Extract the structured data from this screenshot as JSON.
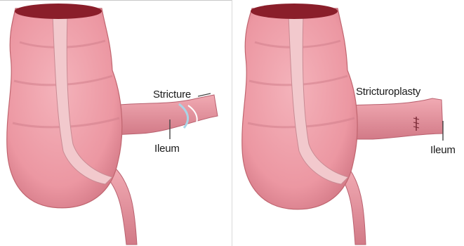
{
  "panels": {
    "before": {
      "label_top": "Stricture",
      "label_bottom": "Ileum"
    },
    "after": {
      "label_top": "Stricturoplasty",
      "label_bottom": "Ileum"
    }
  },
  "colors": {
    "tissue": "#eb96a0",
    "tissue_dark": "#c46a76",
    "tissue_light": "#f4b8bf",
    "lumen": "#8a1e2a",
    "band": "#f2c9cd",
    "stricture_highlight": "#a9d4e6"
  }
}
